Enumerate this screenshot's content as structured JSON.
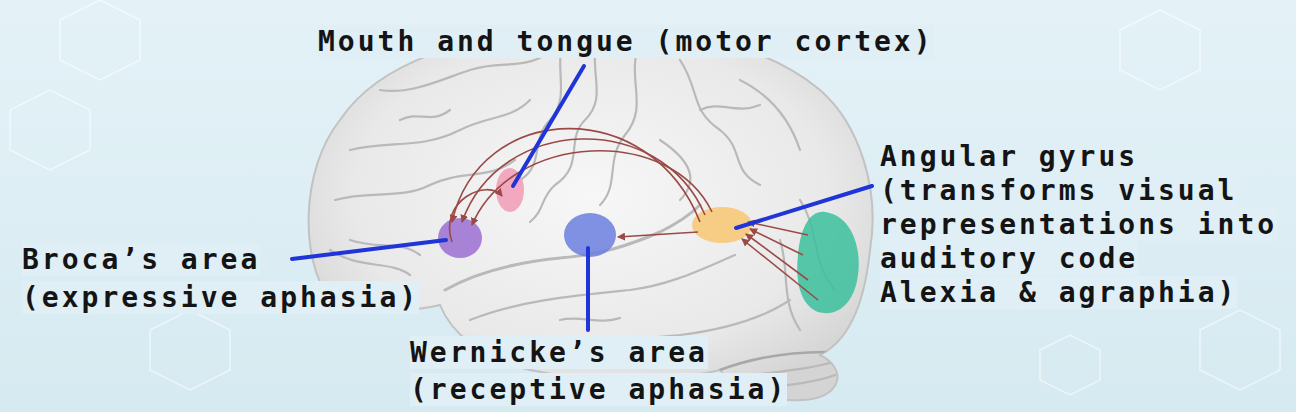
{
  "diagram": {
    "labels": [
      "Mouth and tongue (motor cortex)",
      "Angular gyrus",
      "(transforms visual representations into auditory code",
      "Alexia & agraphia)",
      "Broca’s area (expressive aphasia)",
      "Wernicke’s area (receptive aphasia)"
    ]
  }
}
